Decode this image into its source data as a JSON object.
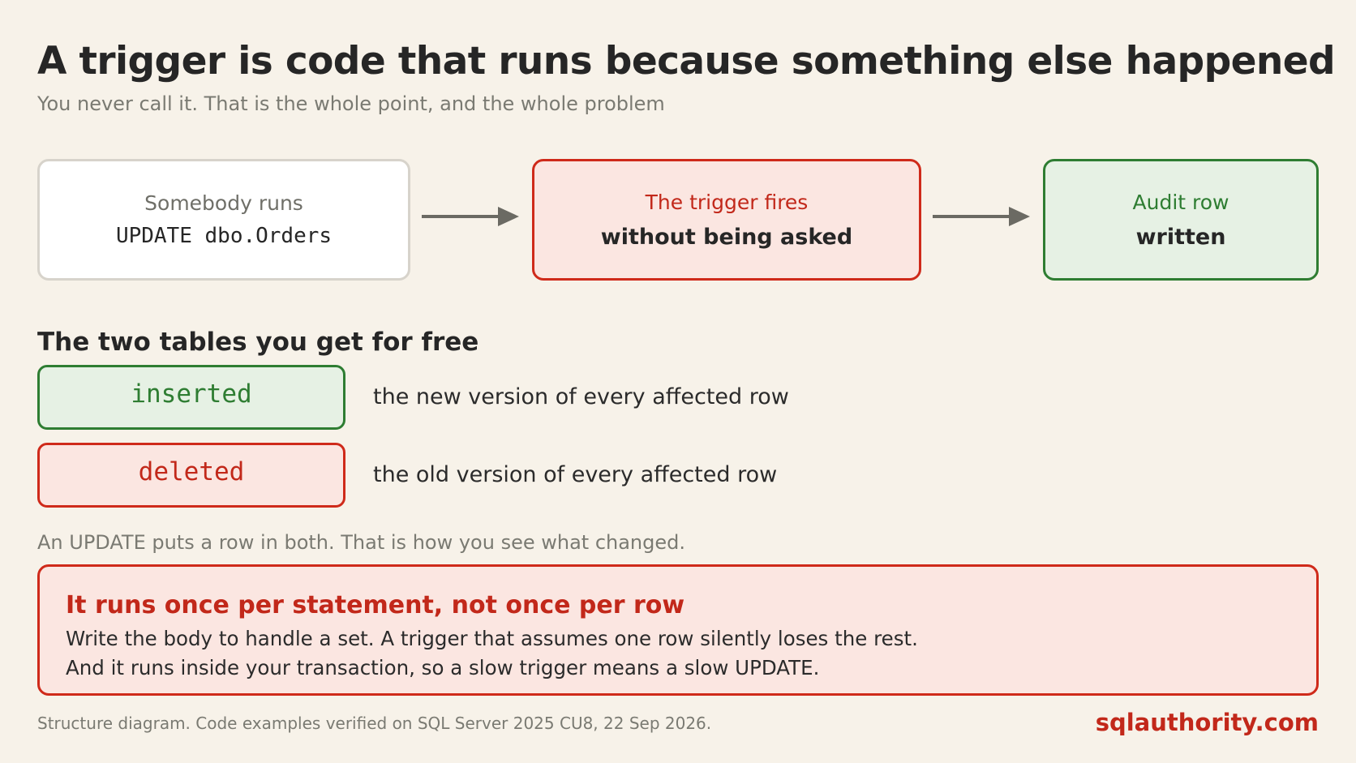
{
  "header": {
    "title": "A trigger is code that runs because something else happened",
    "subtitle": "You never call it. That is the whole point, and the whole problem"
  },
  "flow": {
    "step1": {
      "line1": "Somebody runs",
      "code": "UPDATE dbo.Orders"
    },
    "step2": {
      "line1": "The trigger fires",
      "line2": "without being asked"
    },
    "step3": {
      "line1": "Audit row",
      "line2": "written"
    }
  },
  "tables_section": {
    "title": "The two tables you get for free",
    "tables": [
      {
        "name": "inserted",
        "description": "the new version of every affected row"
      },
      {
        "name": "deleted",
        "description": "the old version of every affected row"
      }
    ],
    "note": "An UPDATE puts a row in both. That is how you see what changed."
  },
  "warning": {
    "title": "It runs once per statement, not once per row",
    "line1": "Write the body to handle a set. A trigger that assumes one row silently loses the rest.",
    "line2": "And it runs inside your transaction, so a slow trigger means a slow UPDATE."
  },
  "footer": {
    "note": "Structure diagram. Code examples verified on SQL Server 2025 CU8, 22 Sep 2026.",
    "brand": "sqlauthority.com"
  },
  "colors": {
    "background": "#f7f2e9",
    "accent_red": "#cf2a1a",
    "accent_green": "#2e7d32",
    "muted_text": "#7a7a72"
  },
  "icons": [
    "arrow-right-icon",
    "arrow-right-icon"
  ]
}
